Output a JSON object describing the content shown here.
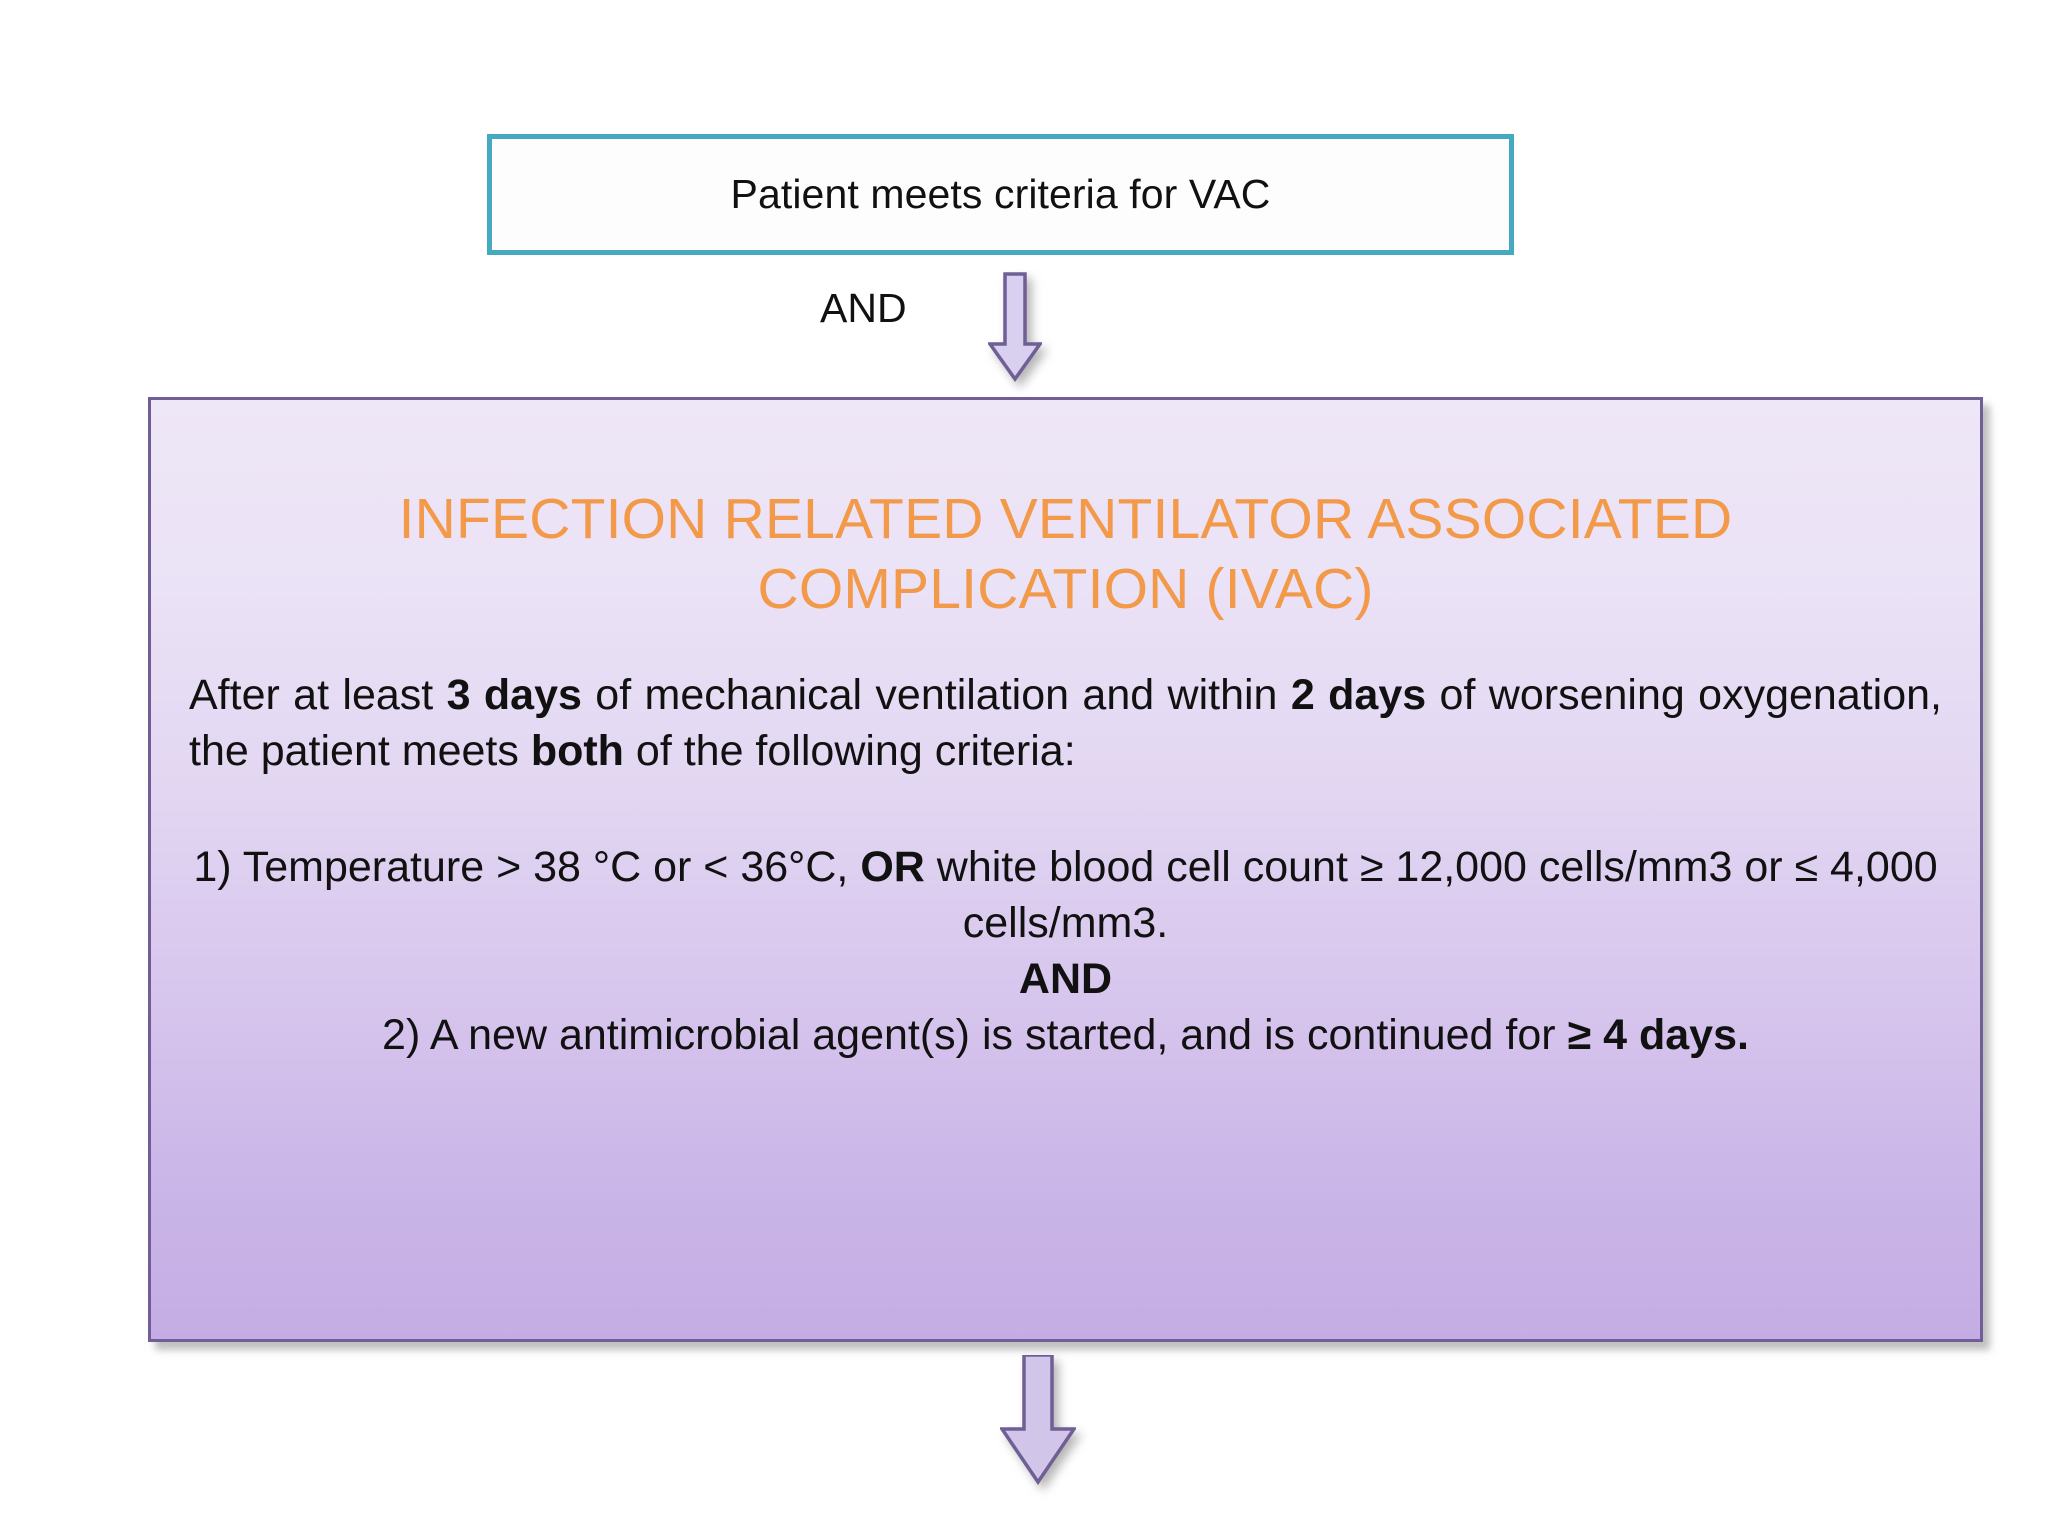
{
  "diagram": {
    "title_flow": "VAC to IVAC criteria flowchart",
    "colors": {
      "vac_box_border": "#45A9C0",
      "ivac_panel_border": "#6F5F96",
      "ivac_title_orange": "#F2994A",
      "arrow_fill": "#D7CCEC",
      "arrow_stroke": "#6F5F96",
      "panel_gradient_top": "#EEE7F7",
      "panel_gradient_bottom": "#C4ADE4"
    }
  },
  "vac_box": {
    "label": "Patient meets criteria for VAC"
  },
  "connector": {
    "and_label": "AND",
    "top_arrow_icon": "arrow-down-icon",
    "bottom_arrow_icon": "arrow-down-icon"
  },
  "ivac_panel": {
    "title": "INFECTION RELATED VENTILATOR ASSOCIATED COMPLICATION (IVAC)",
    "intro": {
      "part1": "After at least ",
      "bold1": "3 days",
      "part2": " of mechanical ventilation and within ",
      "bold2": "2 days",
      "part3": " of worsening oxygenation, the patient meets ",
      "bold3": "both",
      "part4": " of the following criteria:"
    },
    "criteria": {
      "item1_a": "1) Temperature > 38 °C or < 36°C, ",
      "item1_bold": "OR",
      "item1_b": " white blood cell count ≥ 12,000 cells/mm3 or ≤ 4,000 cells/mm3.",
      "separator": "AND",
      "item2_a": "2) A new antimicrobial agent(s) is started, and is continued for ",
      "item2_bold": "≥ 4 days."
    }
  }
}
